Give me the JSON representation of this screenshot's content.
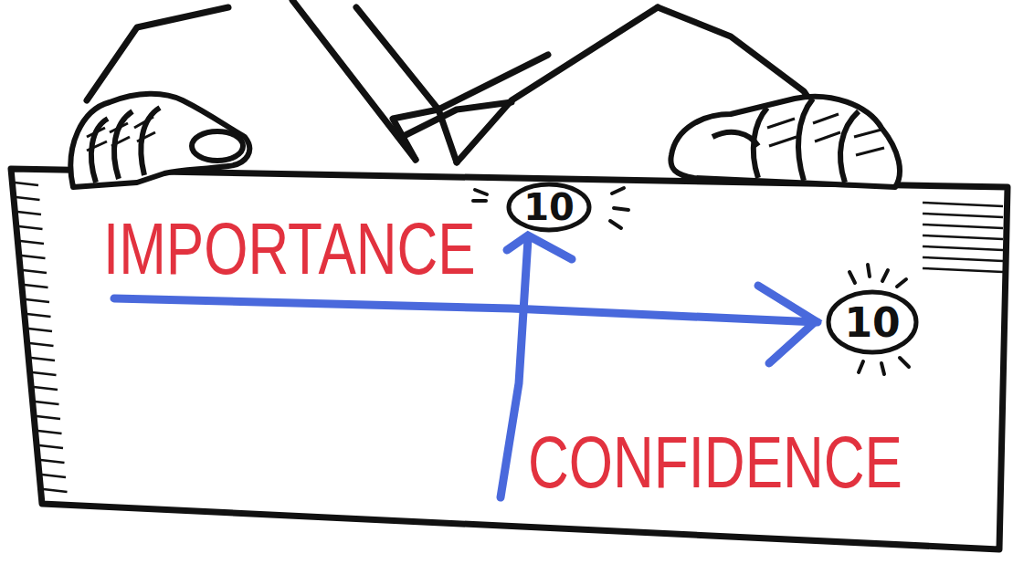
{
  "diagram": {
    "nodes": [
      {
        "text": [
          "10"
        ]
      },
      {
        "text": [
          "10"
        ]
      }
    ],
    "labels": [
      "IMPORTANCE",
      "CONFIDENCE"
    ]
  }
}
